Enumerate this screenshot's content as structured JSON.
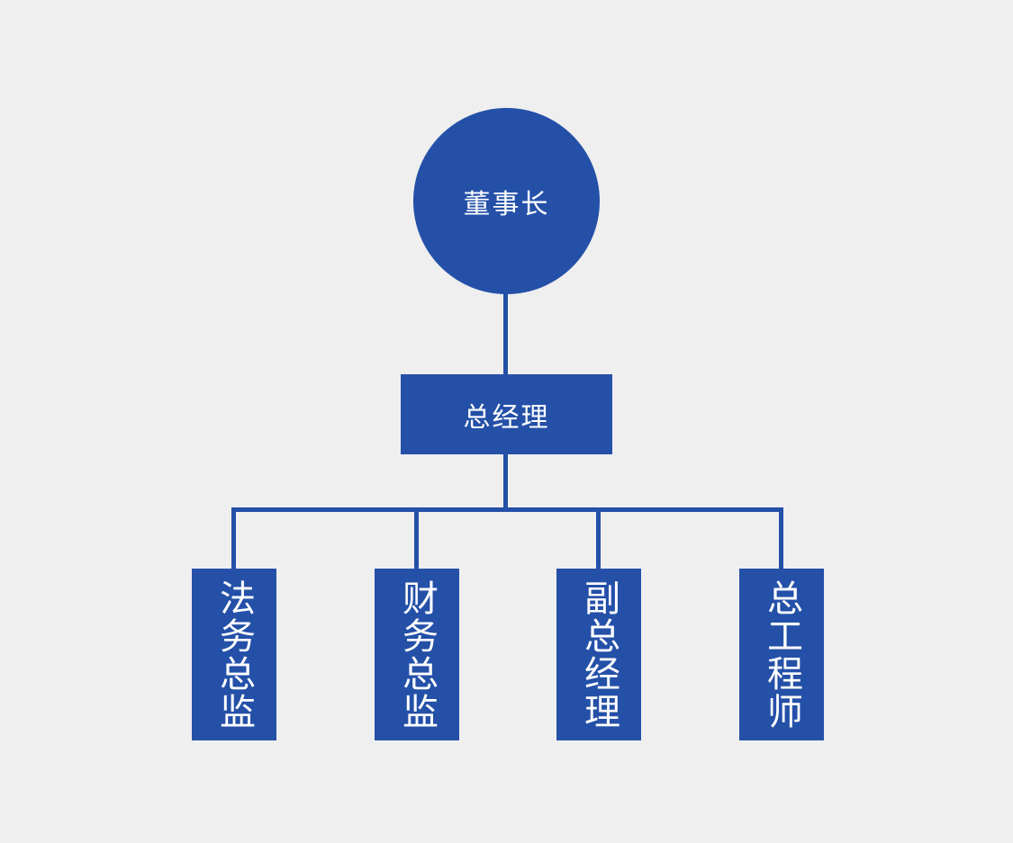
{
  "diagram": {
    "title": "",
    "type": "organization-chart",
    "background_color": "#efefef",
    "accent_color": "#2450a8",
    "text_color": "#ffffff",
    "levels": [
      {
        "level": 1,
        "shape": "circle",
        "nodes": [
          {
            "label": "董事长"
          }
        ]
      },
      {
        "level": 2,
        "shape": "rectangle",
        "nodes": [
          {
            "label": "总经理"
          }
        ]
      },
      {
        "level": 3,
        "shape": "vertical-rectangle",
        "nodes": [
          {
            "label": "法务总监"
          },
          {
            "label": "财务总监"
          },
          {
            "label": "副总经理"
          },
          {
            "label": "总工程师"
          }
        ]
      }
    ],
    "nodes": {
      "chairman": "董事长",
      "general_manager": "总经理",
      "legal_director": "法务总监",
      "finance_director": "财务总监",
      "deputy_general_manager": "副总经理",
      "chief_engineer": "总工程师"
    }
  }
}
